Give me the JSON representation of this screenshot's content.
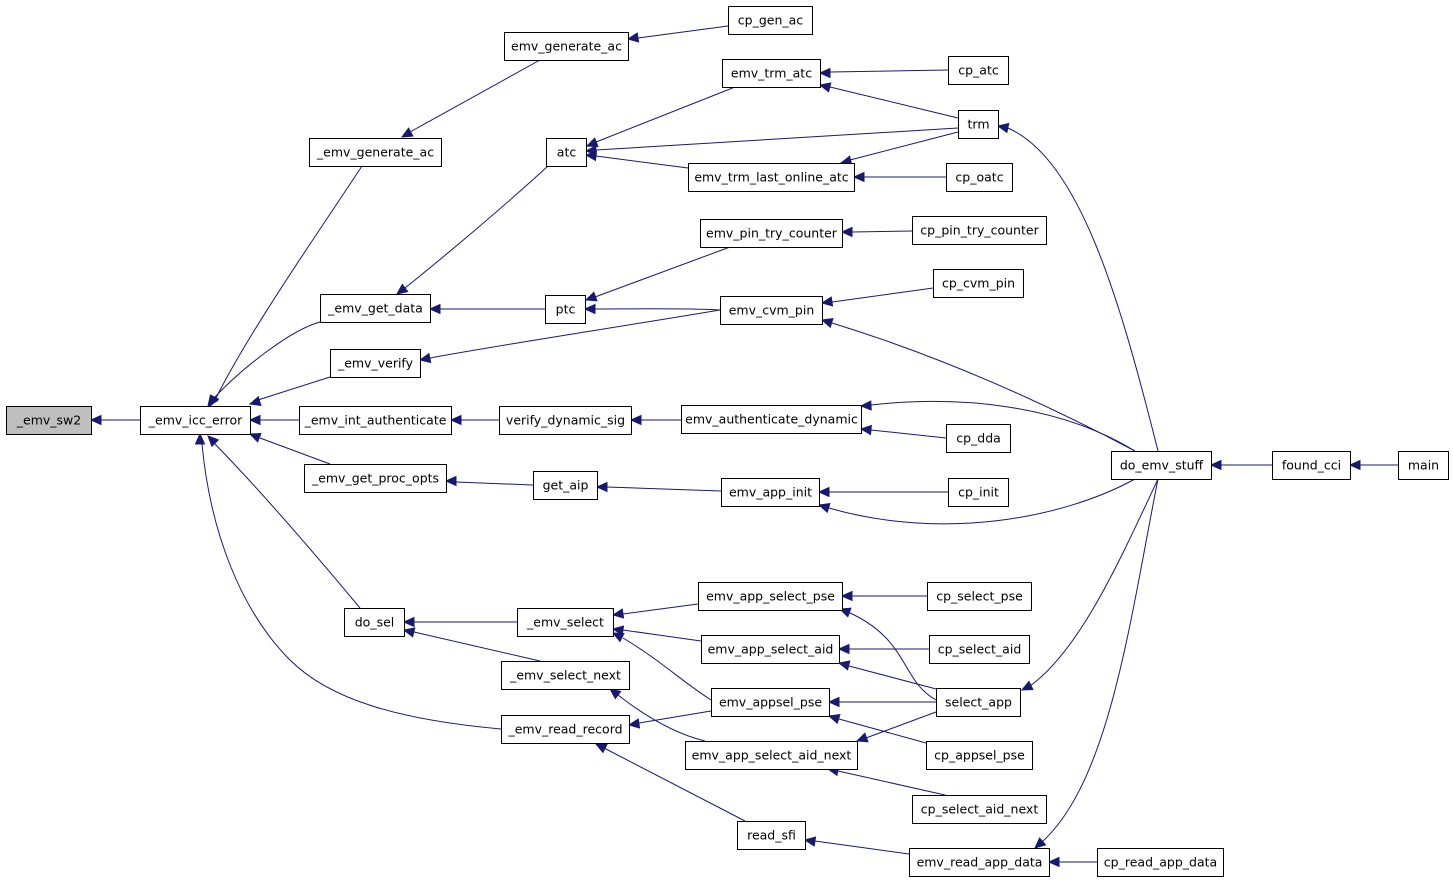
{
  "graph": {
    "colors": {
      "edge": "#191970",
      "node_border": "#000000",
      "root_fill": "#bfbfbf",
      "node_fill": "#ffffff"
    },
    "nodes": {
      "emv_sw2": "_emv_sw2",
      "emv_icc_error": "_emv_icc_error",
      "emv_generate_ac_int": "_emv_generate_ac",
      "emv_get_data": "_emv_get_data",
      "emv_verify": "_emv_verify",
      "emv_int_authenticate": "_emv_int_authenticate",
      "emv_get_proc_opts": "_emv_get_proc_opts",
      "do_sel": "do_sel",
      "emv_read_record": "_emv_read_record",
      "emv_generate_ac": "emv_generate_ac",
      "atc": "atc",
      "ptc": "ptc",
      "verify_dynamic_sig": "verify_dynamic_sig",
      "get_aip": "get_aip",
      "emv_select": "_emv_select",
      "emv_select_next": "_emv_select_next",
      "read_sfi": "read_sfi",
      "cp_gen_ac": "cp_gen_ac",
      "emv_trm_atc": "emv_trm_atc",
      "emv_trm_last_online_atc": "emv_trm_last_online_atc",
      "emv_pin_try_counter": "emv_pin_try_counter",
      "emv_cvm_pin": "emv_cvm_pin",
      "emv_authenticate_dynamic": "emv_authenticate_dynamic",
      "emv_app_init": "emv_app_init",
      "emv_app_select_pse": "emv_app_select_pse",
      "emv_app_select_aid": "emv_app_select_aid",
      "emv_appsel_pse": "emv_appsel_pse",
      "emv_app_select_aid_next": "emv_app_select_aid_next",
      "emv_read_app_data": "emv_read_app_data",
      "cp_atc": "cp_atc",
      "trm": "trm",
      "cp_oatc": "cp_oatc",
      "cp_pin_try_counter": "cp_pin_try_counter",
      "cp_cvm_pin": "cp_cvm_pin",
      "cp_dda": "cp_dda",
      "cp_init": "cp_init",
      "cp_select_pse": "cp_select_pse",
      "cp_select_aid": "cp_select_aid",
      "select_app": "select_app",
      "cp_appsel_pse": "cp_appsel_pse",
      "cp_select_aid_next": "cp_select_aid_next",
      "cp_read_app_data": "cp_read_app_data",
      "do_emv_stuff": "do_emv_stuff",
      "found_cci": "found_cci",
      "main": "main"
    }
  }
}
